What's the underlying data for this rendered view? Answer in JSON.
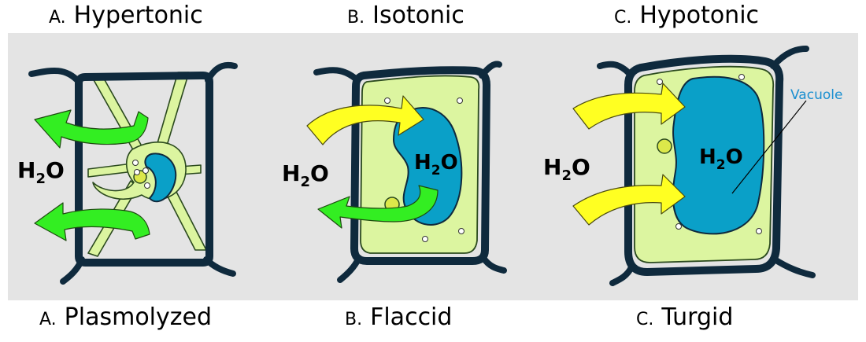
{
  "panels": [
    {
      "letter": "A.",
      "condition": "Hypertonic",
      "state": "Plasmolyzed",
      "water_label": "H",
      "water_sub": "2",
      "water_tail": "O"
    },
    {
      "letter": "B.",
      "condition": "Isotonic",
      "state": "Flaccid",
      "water_label": "H",
      "water_sub": "2",
      "water_tail": "O",
      "vacuole_label": "H",
      "vacuole_sub": "2",
      "vacuole_tail": "O"
    },
    {
      "letter": "C.",
      "condition": "Hypotonic",
      "state": "Turgid",
      "water_label": "H",
      "water_sub": "2",
      "water_tail": "O",
      "vacuole_label": "H",
      "vacuole_sub": "2",
      "vacuole_tail": "O",
      "annotation": "Vacuole"
    }
  ],
  "colors": {
    "background_panel": "#e4e4e4",
    "cell_wall": "#0f2a3d",
    "cytoplasm": "#dcf5a0",
    "cytoplasm_outline": "#2b4a1e",
    "vacuole": "#0aa0c8",
    "arrow_out": "#33ee22",
    "arrow_in": "#ffff22",
    "annotation": "#1a8fd0"
  }
}
